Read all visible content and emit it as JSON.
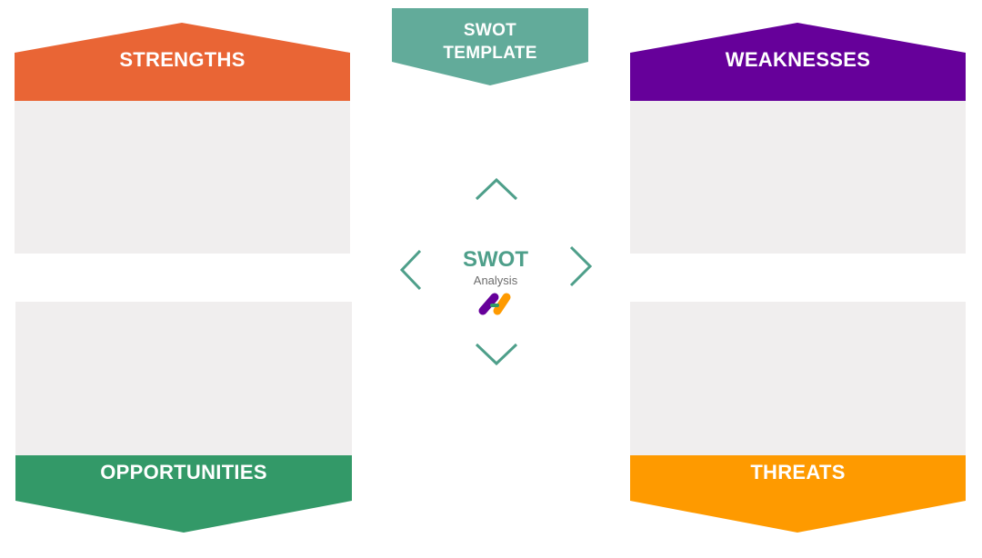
{
  "title": {
    "line1": "SWOT",
    "line2": "TEMPLATE"
  },
  "quadrants": {
    "strengths": {
      "label": "STRENGTHS",
      "color": "#e96535"
    },
    "weaknesses": {
      "label": "WEAKNESSES",
      "color": "#66009a"
    },
    "opportunities": {
      "label": "OPPORTUNITIES",
      "color": "#339968"
    },
    "threats": {
      "label": "THREATS",
      "color": "#fe9a00"
    }
  },
  "center": {
    "title": "SWOT",
    "subtitle": "Analysis",
    "logo_icon": "logo-icon",
    "arrow_icons": [
      "chevron-up-icon",
      "chevron-left-icon",
      "chevron-right-icon",
      "chevron-down-icon"
    ]
  },
  "colors": {
    "template_banner": "#62ab9a",
    "panel_fill": "#f0eeee",
    "chevron": "#4e9f8a"
  }
}
